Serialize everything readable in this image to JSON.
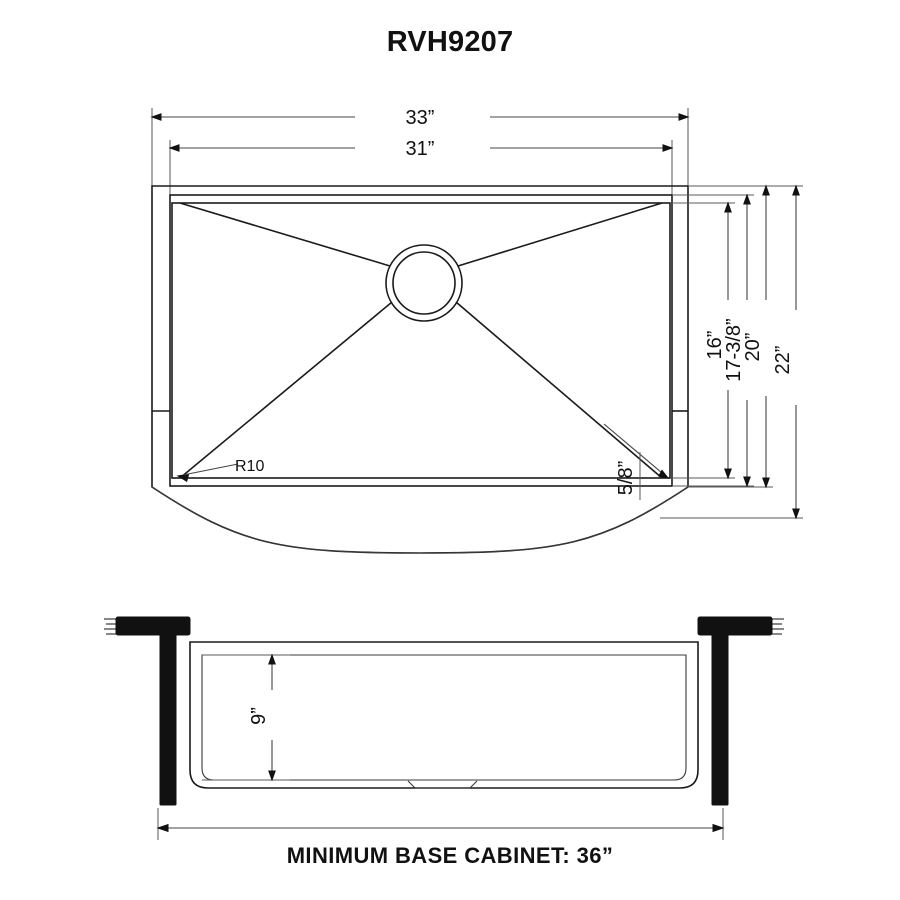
{
  "drawing": {
    "title": "RVH9207",
    "caption": "MINIMUM BASE CABINET: 36”",
    "line_color": "#1a1a1a",
    "background": "#ffffff"
  },
  "top_view": {
    "name": "top-view",
    "dimensions": {
      "overall_width": "33”",
      "inner_width": "31”",
      "basin_depth": "16”",
      "inner_depth": "17-3/8”",
      "rim_depth": "20”",
      "overall_depth": "22”",
      "corner_radius": "R10",
      "rim_edge": "5/8”"
    }
  },
  "section_view": {
    "name": "section-view",
    "dimensions": {
      "bowl_depth": "9”",
      "base_cabinet": "36”"
    }
  }
}
